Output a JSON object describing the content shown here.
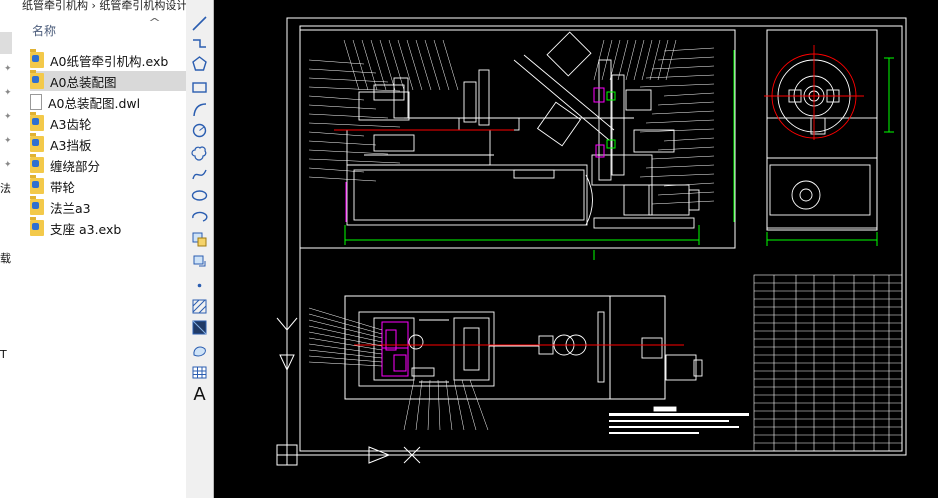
{
  "breadcrumb": "纸管牵引机构 › 纸管牵引机构设计",
  "file_list": {
    "column_header": "名称",
    "items": [
      {
        "name": "A0纸管牵引机构.exb",
        "type": "folder-lock"
      },
      {
        "name": "A0总装配图",
        "type": "folder-lock",
        "selected": true
      },
      {
        "name": "A0总装配图.dwl",
        "type": "document"
      },
      {
        "name": "A3齿轮",
        "type": "folder-lock"
      },
      {
        "name": "A3挡板",
        "type": "folder-lock"
      },
      {
        "name": "缠绕部分",
        "type": "folder-lock"
      },
      {
        "name": "带轮",
        "type": "folder-lock"
      },
      {
        "name": "法兰a3",
        "type": "folder-lock"
      },
      {
        "name": "支座 a3.exb",
        "type": "folder-lock"
      }
    ]
  },
  "sidebar_cut": [
    "法",
    "载",
    "T"
  ],
  "toolbar": {
    "tools": [
      "line-icon",
      "polyline-icon",
      "polygon-icon",
      "rectangle-icon",
      "arc-icon",
      "circle-icon",
      "revision-cloud-icon",
      "spline-icon",
      "ellipse-icon",
      "ellipse-arc-icon",
      "insert-block-icon",
      "make-block-icon",
      "point-icon",
      "hatch-icon",
      "gradient-icon",
      "region-icon",
      "table-icon",
      "text-icon"
    ],
    "text_label": "A"
  },
  "canvas": {
    "background": "#000000",
    "colors": {
      "line": "#ffffff",
      "dimension": "#00ff00",
      "highlight": "#ff00ff",
      "center": "#ff0000"
    }
  }
}
